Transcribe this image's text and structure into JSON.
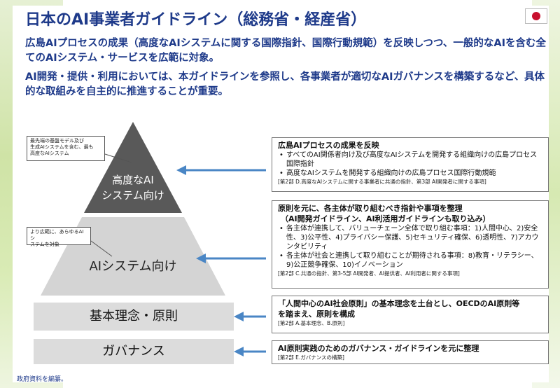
{
  "title": "日本のAI事業者ガイドライン（総務省・経産省）",
  "intro": [
    "広島AIプロセスの成果（高度なAIシステムに関する国際指針、国際行動規範）を反映しつつ、一般的なAIを含む全てのAIシステム・サービスを広範に対象。",
    "AI開発・提供・利用においては、本ガイドラインを参照し、各事業者が適切なAIガバナンスを構築するなど、具体的な取組みを自主的に推進することが重要。"
  ],
  "pyramid": {
    "top_label": [
      "高度なAI",
      "システム向け"
    ],
    "mid_label": "AIシステム向け",
    "band1": "基本理念・原則",
    "band2": "ガバナンス",
    "callout_top": [
      "最先端の基盤モデル及び",
      "生成AIシステムを含む、最も",
      "高度なAIシステム"
    ],
    "callout_mid": [
      "より広範に、あらゆるAIシ",
      "ステムを対象"
    ],
    "colors": {
      "top": "#595959",
      "mid": "#d4d4d4",
      "band": "#dcdcdc",
      "arrow": "#4a86c5"
    }
  },
  "boxes": [
    {
      "heading": [
        "広島AIプロセスの成果を反映"
      ],
      "bullets": [
        "すべてのAI関係者向け及び高度なAIシステムを開発する組織向けの広島プロセス国際指針",
        "高度なAIシステムを開発する組織向けの広島プロセス国際行動規範"
      ],
      "ref": "[第2部 D.高度なAIシステムに関する事業者に共通の指針、第3部 AI開発者に関する事項]"
    },
    {
      "heading": [
        "原則を元に、各主体が取り組むべき指針や事項を整理",
        "（AI開発ガイドライン、AI利活用ガイドラインも取り込み）"
      ],
      "bullets": [
        "各主体が連携して、バリューチェーン全体で取り組む事項：1)人間中心、2)安全性、3)公平性、4)プライバシー保護、5)セキュリティ確保、6)透明性、7)アカウンタビリティ",
        "各主体が社会と連携して取り組むことが期待される事項：8)教育・リテラシー、9)公正競争確保、10)イノベーション"
      ],
      "ref": "[第2部 C.共通の指針、第3-5部 AI開発者、AI提供者、AI利用者に関する事項]"
    },
    {
      "heading": [
        "「人間中心のAI社会原則」の基本理念を土台とし、OECDのAI原則等",
        "を踏まえ、原則を構成"
      ],
      "bullets": [],
      "ref": "[第2部 A.基本理念、B.原則]"
    },
    {
      "heading": [
        "AI原則実践のためのガバナンス・ガイドラインを元に整理"
      ],
      "bullets": [],
      "ref": "[第2部 E.ガバナンスの構築]"
    }
  ],
  "footer": "政府資料を編纂。",
  "flag_colors": {
    "sun": "#c8102e"
  }
}
